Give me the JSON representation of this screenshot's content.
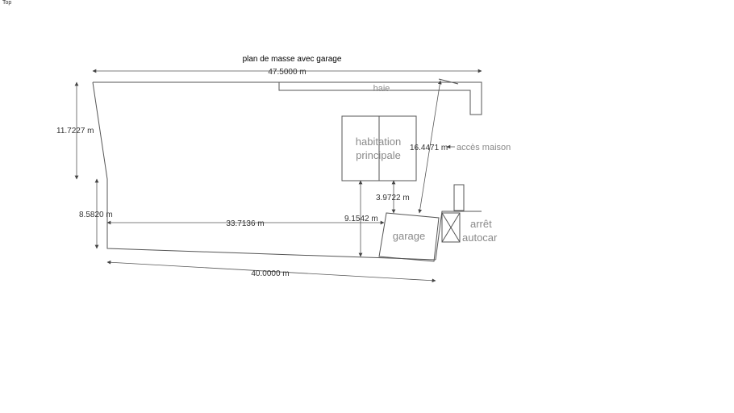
{
  "viewport_label": "Top",
  "drawing": {
    "title": "plan de masse avec garage",
    "dimensions": {
      "top_width": "47.5000 m",
      "left_upper": "11.7227 m",
      "left_lower": "8.5820 m",
      "mid_horizontal": "33.7136 m",
      "bottom_width": "40.0000 m",
      "house_to_garage": "3.9722 m",
      "garage_vertical": "9.1542 m",
      "diagonal": "16.4471 m"
    },
    "labels": {
      "hedge": "haie",
      "house_line1": "habitation",
      "house_line2": "principale",
      "access": "accès maison",
      "garage": "garage",
      "bus_line1": "arrêt",
      "bus_line2": "autocar"
    }
  }
}
